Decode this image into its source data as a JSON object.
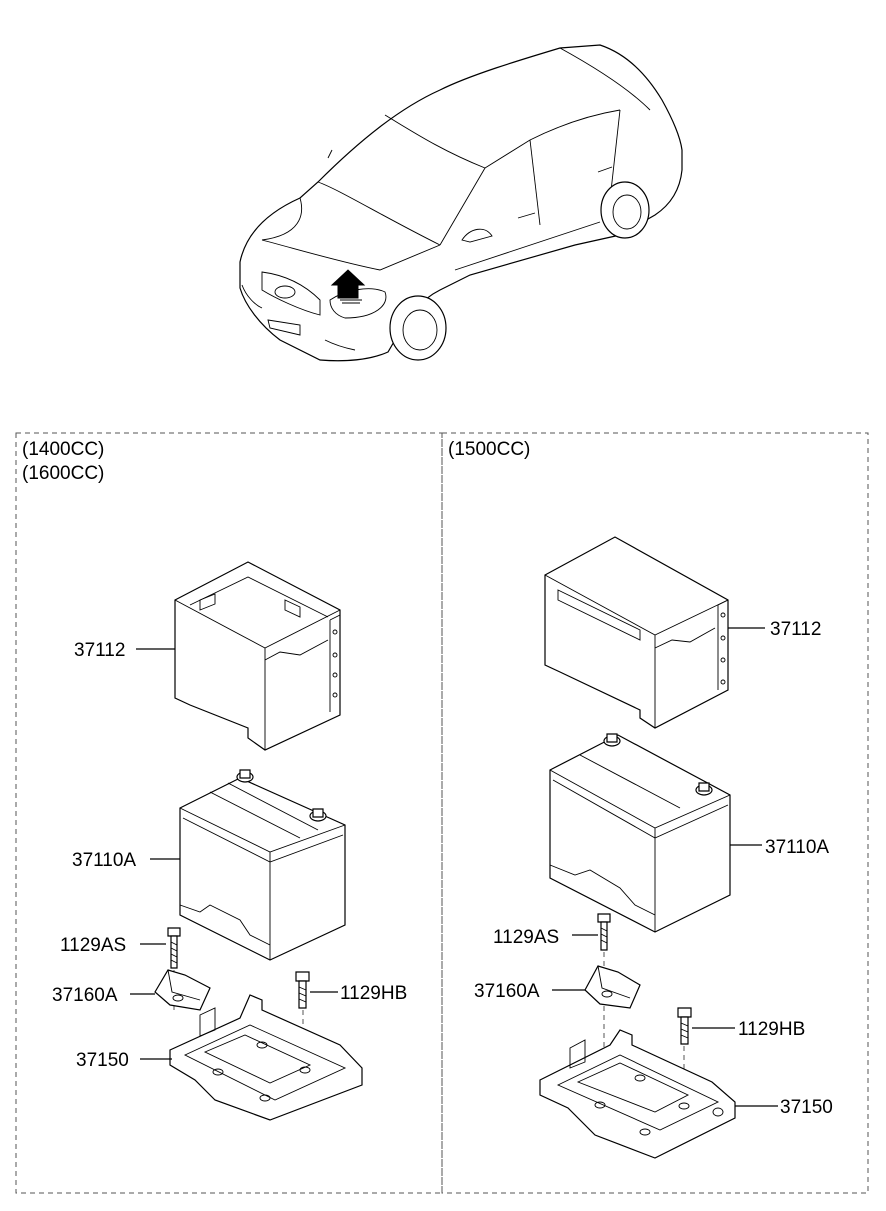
{
  "panels": {
    "left": {
      "variant_lines": [
        "(1400CC)",
        "(1600CC)"
      ]
    },
    "right": {
      "variant_lines": [
        "(1500CC)"
      ]
    }
  },
  "callouts": {
    "left": {
      "tray_cover": "37112",
      "battery": "37110A",
      "bolt": "1129AS",
      "clamp": "37160A",
      "hex_bolt": "1129HB",
      "tray": "37150"
    },
    "right": {
      "tray_cover": "37112",
      "battery": "37110A",
      "bolt": "1129AS",
      "clamp": "37160A",
      "hex_bolt": "1129HB",
      "tray": "37150"
    }
  }
}
